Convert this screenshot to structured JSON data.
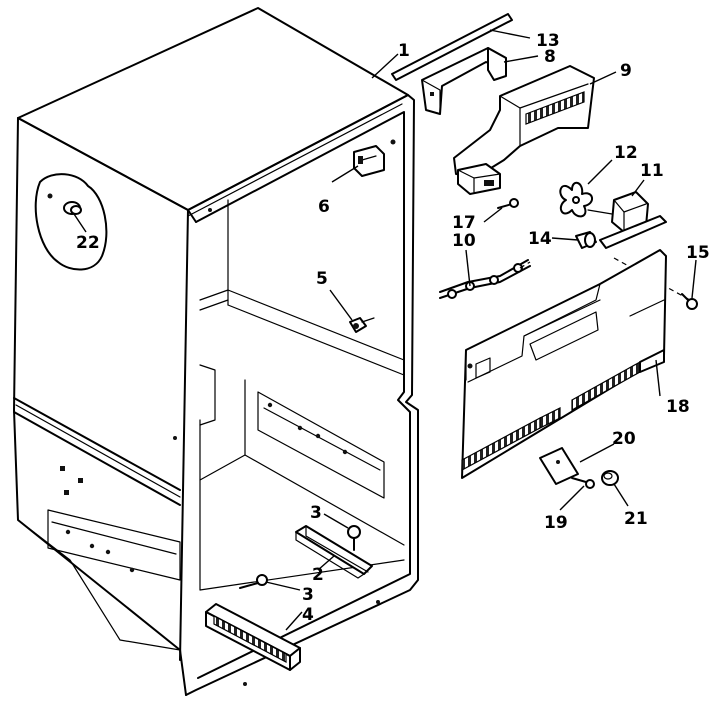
{
  "diagram": {
    "callouts": [
      {
        "id": "1",
        "text": "1"
      },
      {
        "id": "2",
        "text": "2"
      },
      {
        "id": "3a",
        "text": "3"
      },
      {
        "id": "3b",
        "text": "3"
      },
      {
        "id": "4",
        "text": "4"
      },
      {
        "id": "5",
        "text": "5"
      },
      {
        "id": "6",
        "text": "6"
      },
      {
        "id": "8",
        "text": "8"
      },
      {
        "id": "9",
        "text": "9"
      },
      {
        "id": "10",
        "text": "10"
      },
      {
        "id": "11",
        "text": "11"
      },
      {
        "id": "12",
        "text": "12"
      },
      {
        "id": "13",
        "text": "13"
      },
      {
        "id": "14",
        "text": "14"
      },
      {
        "id": "15",
        "text": "15"
      },
      {
        "id": "17",
        "text": "17"
      },
      {
        "id": "18",
        "text": "18"
      },
      {
        "id": "19",
        "text": "19"
      },
      {
        "id": "20",
        "text": "20"
      },
      {
        "id": "21",
        "text": "21"
      },
      {
        "id": "22",
        "text": "22"
      }
    ]
  }
}
